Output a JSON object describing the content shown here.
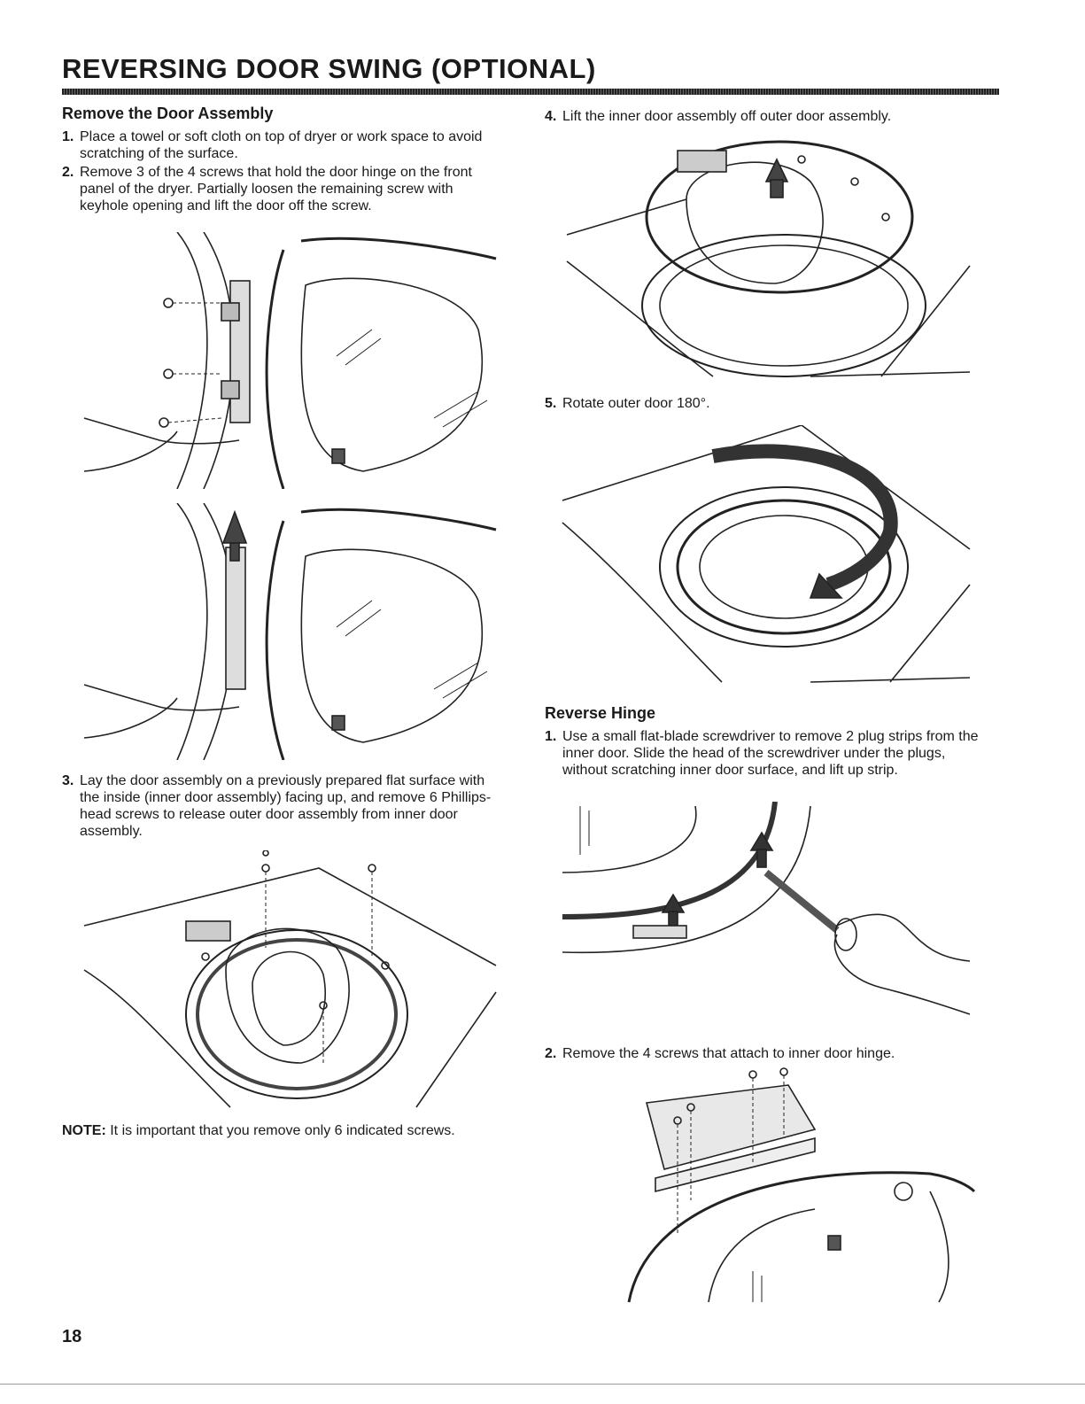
{
  "page": {
    "title": "REVERSING DOOR SWING (OPTIONAL)",
    "page_number": "18"
  },
  "remove_door": {
    "heading": "Remove the Door Assembly",
    "step1_num": "1.",
    "step1": "Place a towel or soft cloth on top of dryer or work space to avoid scratching of the surface.",
    "step2_num": "2.",
    "step2": "Remove 3 of the 4 screws that hold the door hinge on the front panel of the dryer. Partially loosen the remaining screw with keyhole opening and lift the door off the screw.",
    "step3_num": "3.",
    "step3": "Lay the door assembly on a previously prepared flat surface with the inside (inner door assembly) facing up, and remove 6 Phillips-head screws to release outer door assembly from inner door assembly.",
    "step4_num": "4.",
    "step4": "Lift the inner door assembly off outer door assembly.",
    "step5_num": "5.",
    "step5": "Rotate outer door 180°."
  },
  "note": {
    "label": "NOTE:",
    "text": " It is important that you remove only 6 indicated screws."
  },
  "reverse_hinge": {
    "heading": "Reverse Hinge",
    "step1_num": "1.",
    "step1": "Use a small flat-blade screwdriver to remove 2 plug strips from the inner door. Slide the head of the screwdriver under the plugs, without scratching inner door surface, and lift up strip.",
    "step2_num": "2.",
    "step2": "Remove the 4 screws that attach to inner door hinge."
  }
}
